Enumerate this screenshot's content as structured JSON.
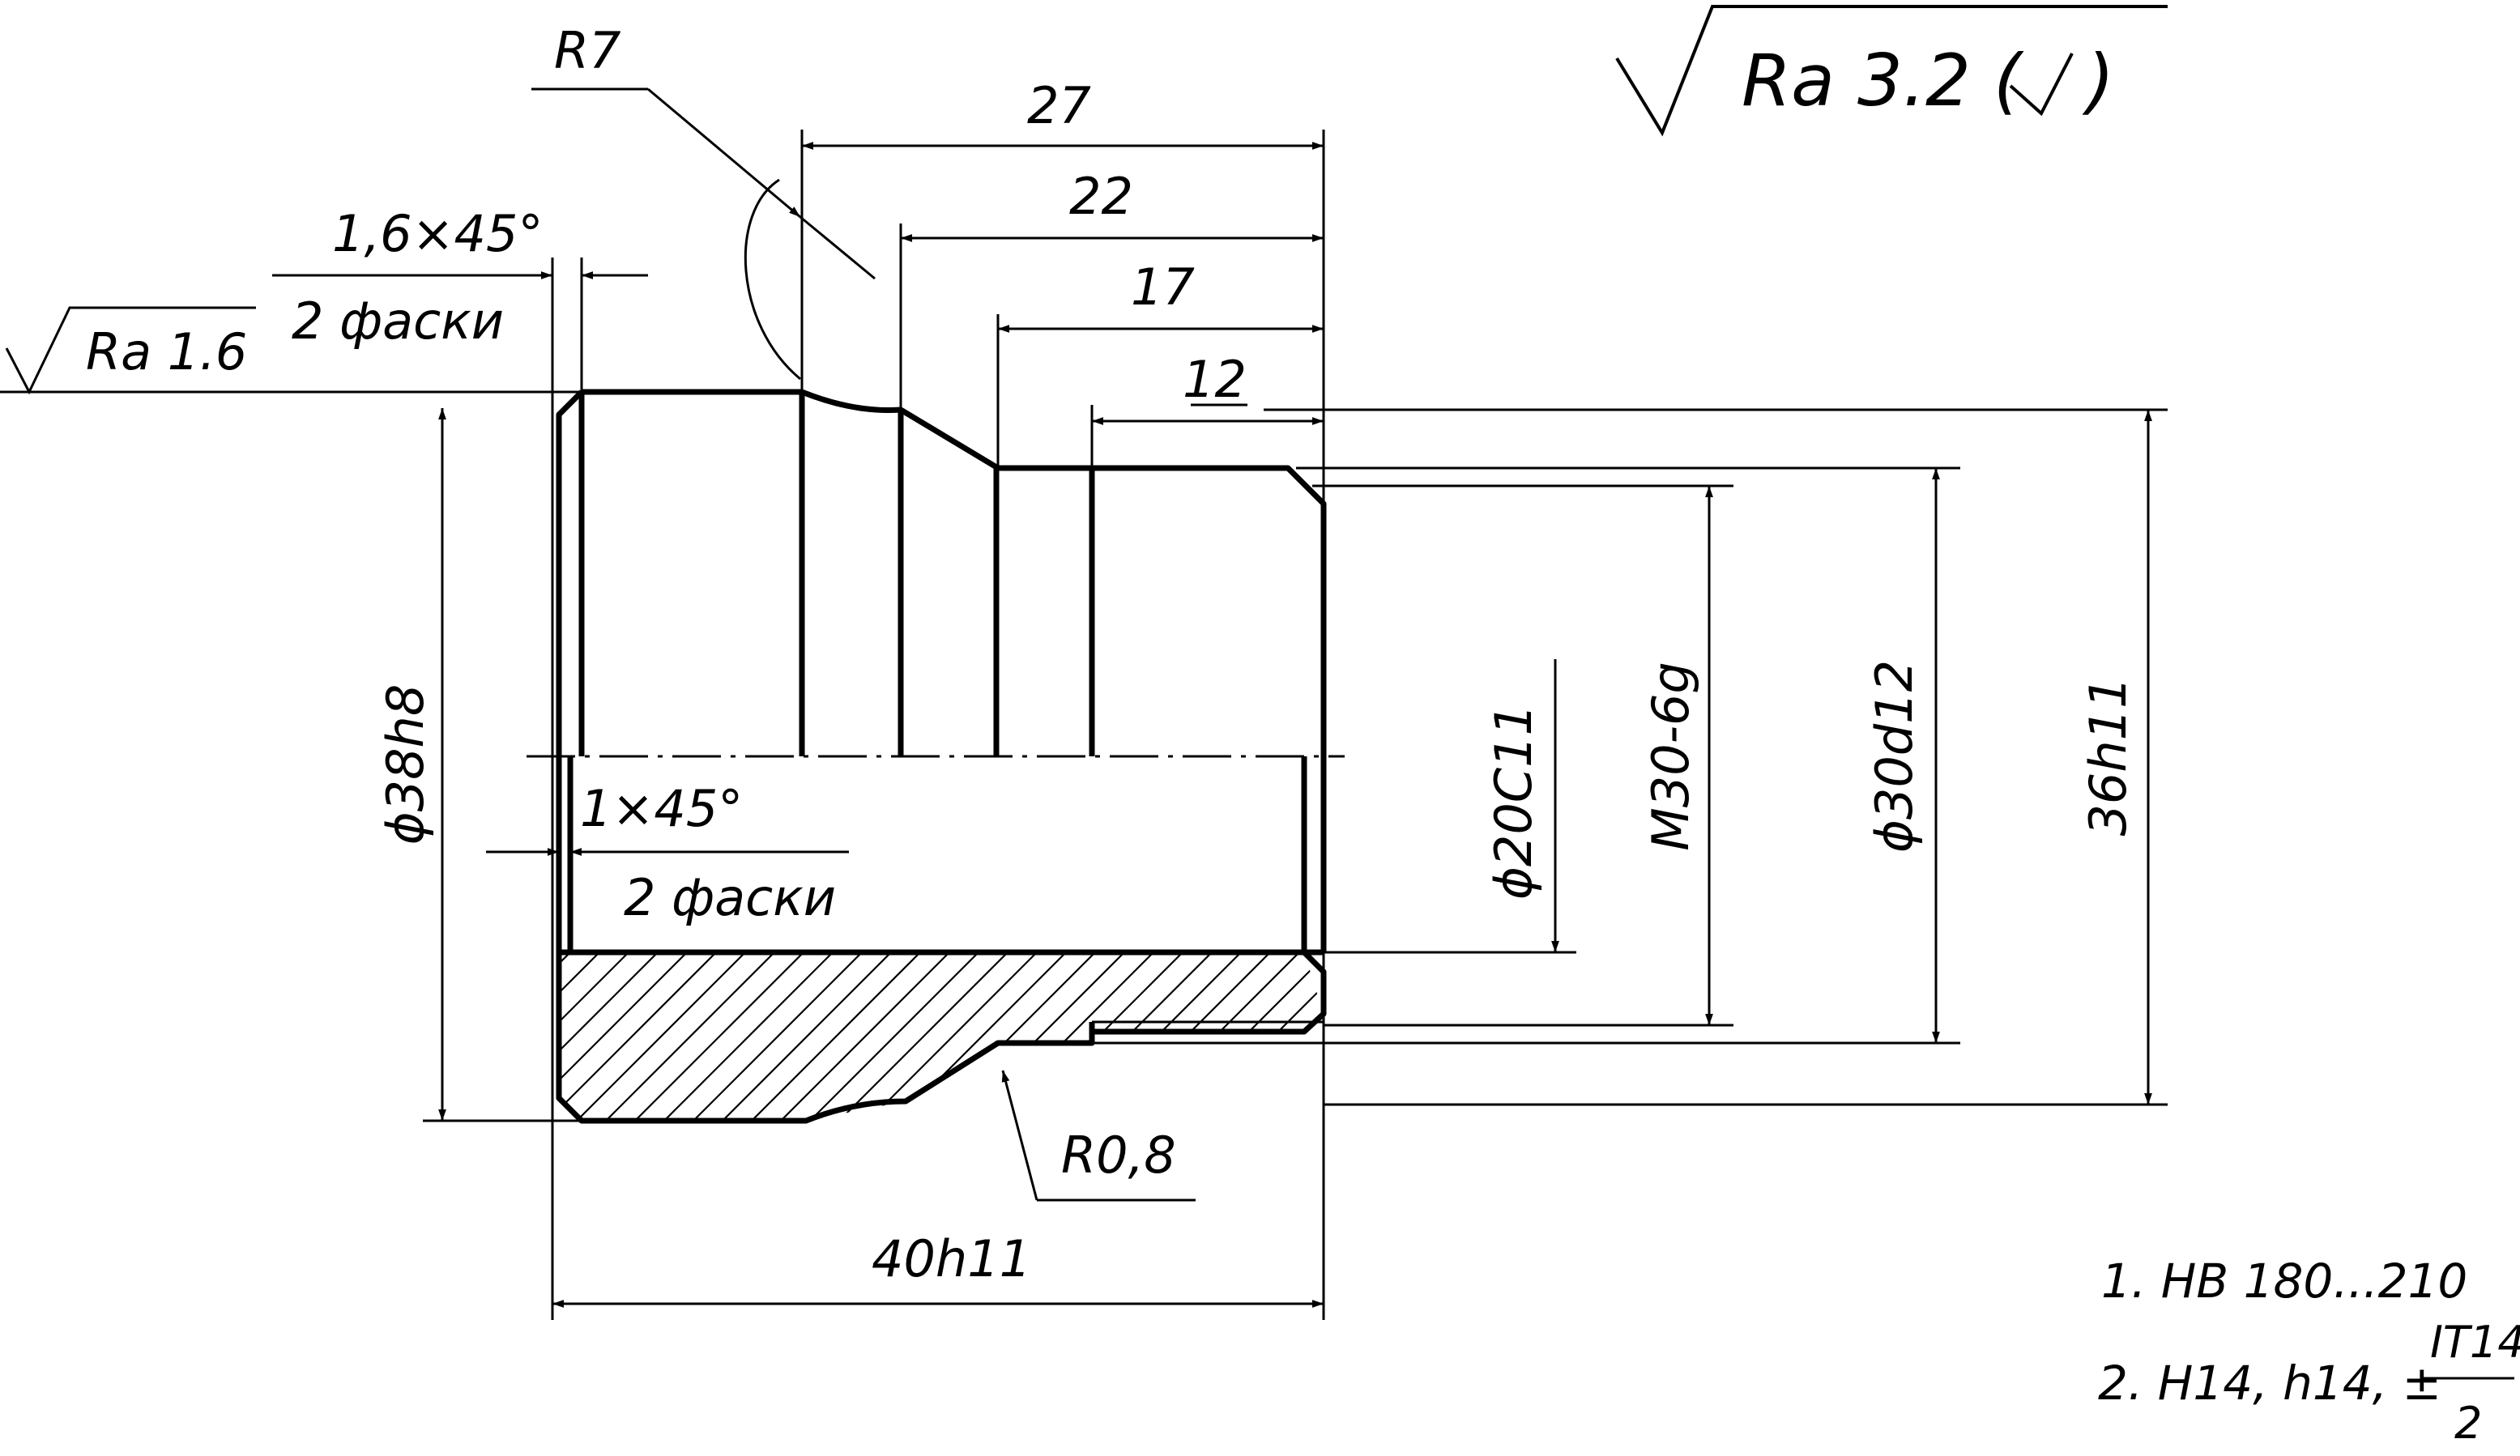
{
  "roughness": {
    "general": "Ra 3.2 (",
    "local": "Ra 1.6"
  },
  "dimensions": {
    "r7": "R7",
    "d27": "27",
    "d22": "22",
    "d17": "17",
    "d12": "12",
    "chamfer_top": "1,6×45°",
    "chamfer_top_count": "2 фаски",
    "chamfer_inner": "1×45°",
    "chamfer_inner_count": "2 фаски",
    "dia38": "ϕ38h8",
    "dia20": "ϕ20С11",
    "thread": "М30-6g",
    "dia30": "ϕ30d12",
    "dia36": "36h11",
    "r08": "R0,8",
    "length40": "40h11"
  },
  "notes": {
    "note1": "1. HB 180...210",
    "note2_prefix": "2. H14, h14, ±",
    "note2_num": "IT14",
    "note2_den": "2"
  }
}
